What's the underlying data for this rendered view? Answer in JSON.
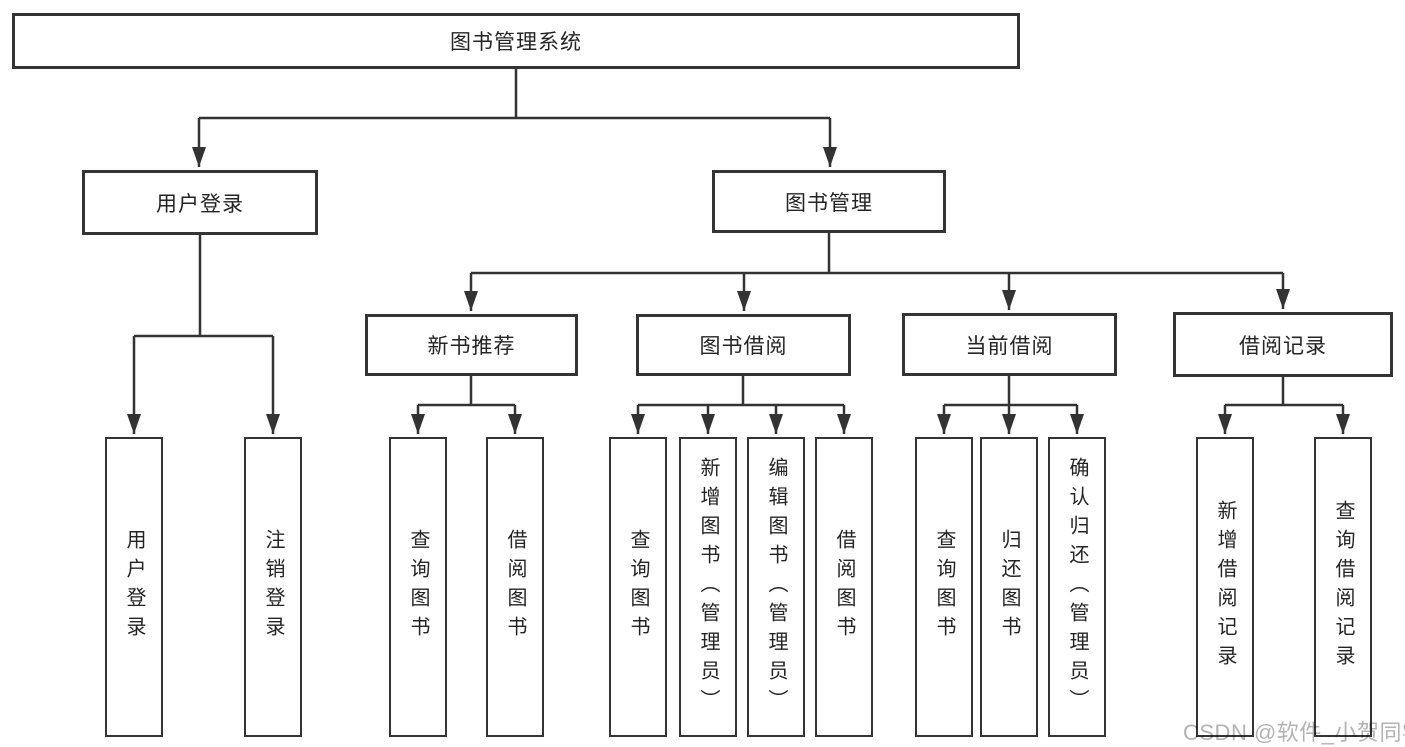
{
  "tree": {
    "root": {
      "label": "图书管理系统"
    },
    "children": [
      {
        "label": "用户登录",
        "children": [
          {
            "label": "用户登录"
          },
          {
            "label": "注销登录"
          }
        ]
      },
      {
        "label": "图书管理",
        "children": [
          {
            "label": "新书推荐",
            "children": [
              {
                "label": "查询图书"
              },
              {
                "label": "借阅图书"
              }
            ]
          },
          {
            "label": "图书借阅",
            "children": [
              {
                "label": "查询图书"
              },
              {
                "label": "新增图书（管理员）"
              },
              {
                "label": "编辑图书（管理员）"
              },
              {
                "label": "借阅图书"
              }
            ]
          },
          {
            "label": "当前借阅",
            "children": [
              {
                "label": "查询图书"
              },
              {
                "label": "归还图书"
              },
              {
                "label": "确认归还（管理员）"
              }
            ]
          },
          {
            "label": "借阅记录",
            "children": [
              {
                "label": "新增借阅记录"
              },
              {
                "label": "查询借阅记录"
              }
            ]
          }
        ]
      }
    ]
  },
  "watermark": {
    "text": "CSDN @软件_小贺同学"
  },
  "colors": {
    "line": "#333333",
    "border": "#343434",
    "text": "#242424",
    "watermark": "#b3b3b3",
    "background": "#ffffff"
  }
}
